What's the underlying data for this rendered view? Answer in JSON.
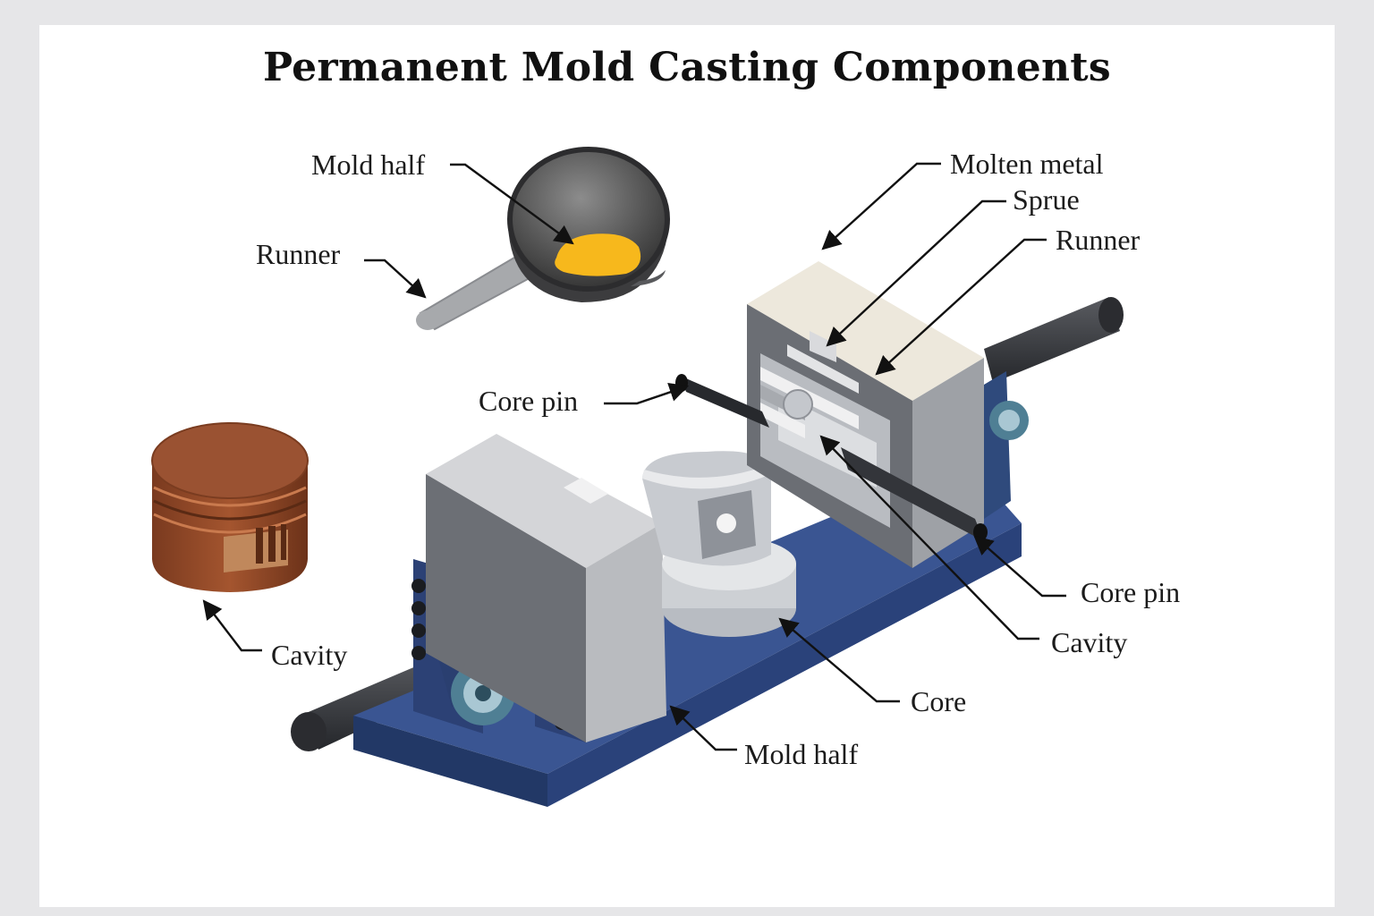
{
  "title": "Permanent Mold Casting Components",
  "labels": {
    "mold_half_top": "Mold half",
    "runner_left": "Runner",
    "molten_metal": "Molten metal",
    "sprue": "Sprue",
    "runner_right": "Runner",
    "core_pin_left": "Core pin",
    "cavity_left": "Cavity",
    "core_pin_right": "Core pin",
    "cavity_right": "Cavity",
    "core": "Core",
    "mold_half_bottom": "Mold half"
  },
  "colors": {
    "molten": "#f7b81c",
    "base_plate": "#2f4a84",
    "casting": "#8e4a2a",
    "steel": "#c7c9cc",
    "shaft": "#3a3c40"
  }
}
